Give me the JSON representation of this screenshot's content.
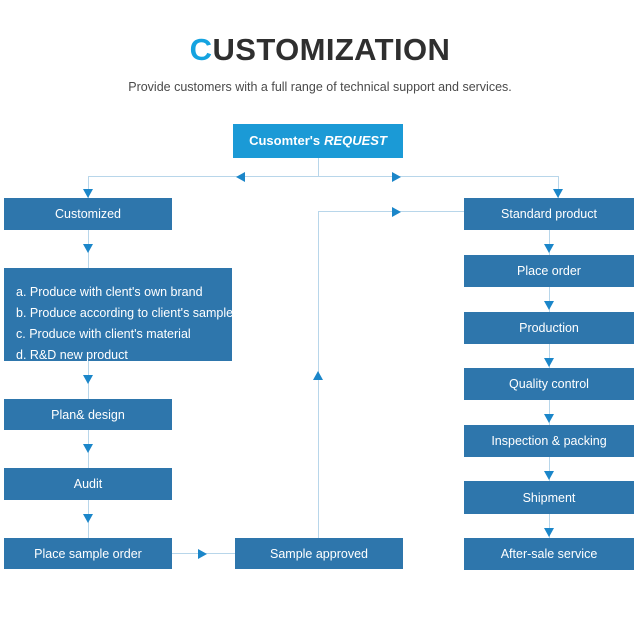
{
  "header": {
    "title_lead": "C",
    "title_rest": "USTOMIZATION",
    "subtitle": "Provide customers with a full range of technical support and services."
  },
  "colors": {
    "accent_bright": "#1b9ad6",
    "box_blue": "#2e76ac",
    "connector": "#b8d6ea",
    "arrow": "#1b86c9",
    "title_dark": "#2f2f2f"
  },
  "flow": {
    "root": {
      "label_bold": "Cusomter's",
      "label_italic": "REQUEST"
    },
    "left_branch": {
      "head": "Customized",
      "options": [
        "a. Produce with clent's own brand",
        "b. Produce according to client's sample",
        "c. Produce with client's material",
        "d. R&D new product"
      ],
      "steps": [
        "Plan& design",
        "Audit",
        "Place sample order"
      ],
      "gateway": "Sample approved"
    },
    "right_branch": {
      "steps": [
        "Standard product",
        "Place order",
        "Production",
        "Quality control",
        "Inspection & packing",
        "Shipment",
        "After-sale service"
      ]
    }
  }
}
